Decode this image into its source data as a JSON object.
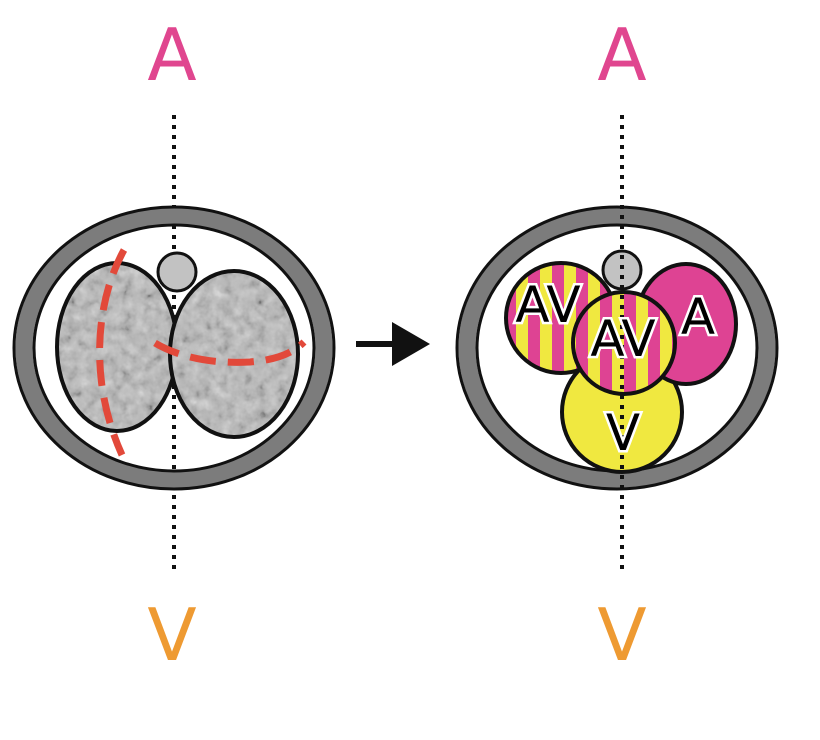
{
  "colors": {
    "animal_pole": "#e0468f",
    "vegetal_pole": "#ee9a32",
    "animal_cell": "#de4393",
    "vegetal_cell": "#f0e840",
    "cleavage_line": "#e2493a",
    "shell": "#7c7c7c",
    "blastomere": "#b9b9b9",
    "polar_body": "#c2c2c2",
    "outline": "#111111"
  },
  "left_embryo": {
    "top_pole": "A",
    "bottom_pole": "V"
  },
  "right_embryo": {
    "top_pole": "A",
    "bottom_pole": "V",
    "cells": [
      {
        "label": "AV",
        "fate": "animal-vegetal"
      },
      {
        "label": "AV",
        "fate": "animal-vegetal"
      },
      {
        "label": "A",
        "fate": "animal"
      },
      {
        "label": "V",
        "fate": "vegetal"
      }
    ]
  },
  "icons": {
    "transition": "arrow-right-icon"
  }
}
